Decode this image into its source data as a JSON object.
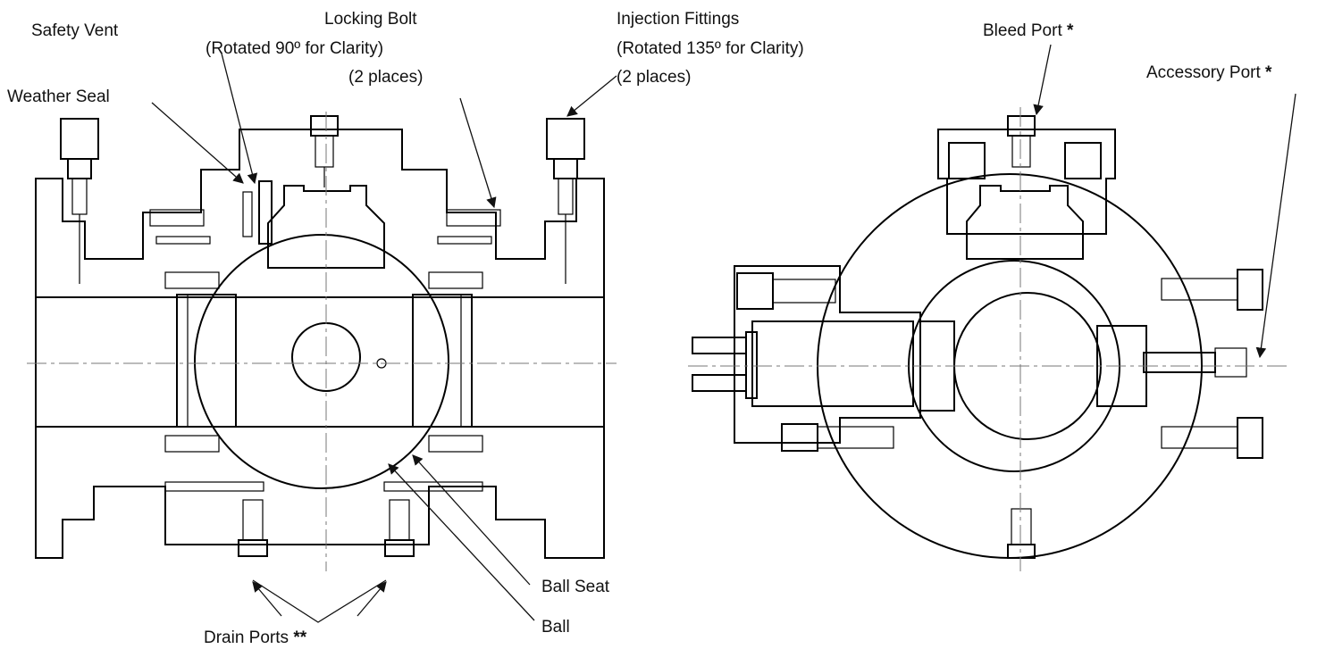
{
  "labels": {
    "safety_vent": "Safety Vent",
    "weather_seal": "Weather Seal",
    "locking_bolt_1": "Locking Bolt",
    "locking_bolt_2": "(Rotated 90º for Clarity)",
    "locking_bolt_3": "(2 places)",
    "injection_1": "Injection Fittings",
    "injection_2": "(Rotated 135º for Clarity)",
    "injection_3": "(2 places)",
    "bleed_port": "Bleed Port",
    "bleed_mark": "*",
    "accessory_port": "Accessory Port",
    "accessory_mark": "*",
    "drain_ports": "Drain Ports",
    "drain_mark": "**",
    "ball_seat": "Ball Seat",
    "ball": "Ball"
  }
}
